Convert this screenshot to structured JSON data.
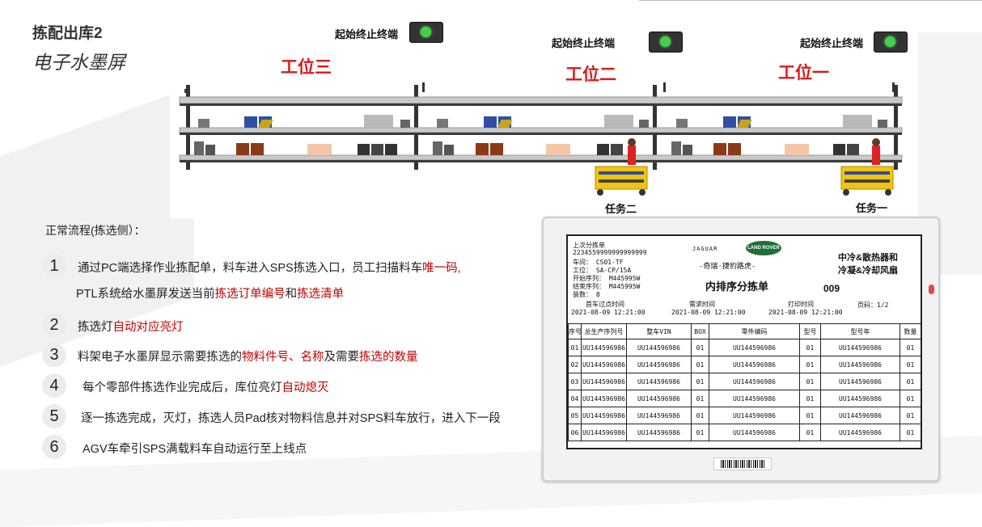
{
  "header": {
    "title": "拣配出库2",
    "subtitle": "电子水墨屏"
  },
  "terminals": [
    {
      "label": "起始终止终端"
    },
    {
      "label": "起始终止终端"
    },
    {
      "label": "起始终止终端"
    }
  ],
  "stations": [
    {
      "label": "工位三"
    },
    {
      "label": "工位二"
    },
    {
      "label": "工位一"
    }
  ],
  "tasks": [
    {
      "label": "任务二"
    },
    {
      "label": "任务一"
    }
  ],
  "flow": {
    "title": "正常流程(拣选侧）：",
    "steps": [
      {
        "num": "1",
        "segments": [
          "通过PC端选择作业拣配单，料车进入SPS拣选入口，员工扫描料车",
          "唯一码,"
        ]
      },
      {
        "num": "",
        "segments": [
          "PTL系统给水墨屏发送当前",
          "拣选订单编号",
          "和",
          "拣选清单"
        ]
      },
      {
        "num": "2",
        "segments": [
          "拣选灯",
          "自动对应亮灯"
        ]
      },
      {
        "num": "3",
        "segments": [
          "料架电子水墨屏显示需要拣选的",
          "物料件号",
          "、",
          "名称",
          "及需要",
          "拣选的数量"
        ]
      },
      {
        "num": "4",
        "segments": [
          "每个零部件拣选作业完成后，库位亮灯",
          "自动熄灭"
        ]
      },
      {
        "num": "5",
        "segments": [
          "逐一拣选完成，灭灯，拣选人员Pad核对物料信息并对SPS料车放行，进入下一段"
        ]
      },
      {
        "num": "6",
        "segments": [
          "AGV车牵引SPS满载料车自动运行至上线点"
        ]
      }
    ]
  },
  "epaper": {
    "meta_left": [
      "上次分拣单",
      "2234559999999999999",
      "车间：  CS01-TF",
      "工位：  SA-CP/15A",
      "开始序列：  M445995W",
      "结束序列：  M445995W",
      "装数：  8"
    ],
    "brand_left": "JAGUAR",
    "brand_right": "LAND ROVER",
    "brand_cn": "-奇瑞·捷豹路虎-",
    "doc_title": "内排序分拣单",
    "doc_no": "009",
    "right_title_1": "中冷&散热器和",
    "right_title_2": "冷凝&冷却风扇",
    "times_label_1": "首车过点时间",
    "times_label_2": "需求时间",
    "times_label_3": "打印时间",
    "page_label": "页码：1/2",
    "time_1": "2021-08-09 12:21:00",
    "time_2": "2021-08-09 12:21:00",
    "time_3": "2021-08-09 12:21:00",
    "columns": [
      "序号",
      "总生产序列号",
      "整车VIN",
      "BOX",
      "零件编码",
      "型号",
      "型号年",
      "数量"
    ],
    "rows": [
      [
        "01",
        "UU144596986",
        "UU144596986",
        "01",
        "UU144596986",
        "01",
        "UU144596986",
        "01"
      ],
      [
        "02",
        "UU144596986",
        "UU144596986",
        "01",
        "UU144596986",
        "01",
        "UU144596986",
        "01"
      ],
      [
        "03",
        "UU144596986",
        "UU144596986",
        "01",
        "UU144596986",
        "01",
        "UU144596986",
        "01"
      ],
      [
        "04",
        "UU144596986",
        "UU144596986",
        "01",
        "UU144596986",
        "01",
        "UU144596986",
        "01"
      ],
      [
        "05",
        "UU144596986",
        "UU144596986",
        "01",
        "UU144596986",
        "01",
        "UU144596986",
        "01"
      ],
      [
        "06",
        "UU144596986",
        "UU144596986",
        "01",
        "UU144596986",
        "01",
        "UU144596986",
        "01"
      ]
    ]
  },
  "colors": {
    "accent_red": "#c00000",
    "station_red": "#d91a1a",
    "led_green": "#44d04a"
  }
}
